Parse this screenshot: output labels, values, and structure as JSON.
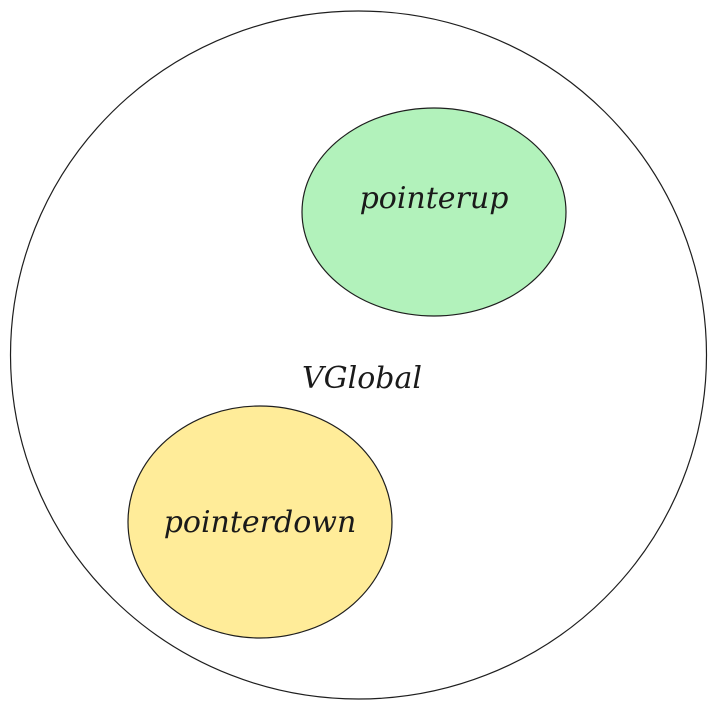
{
  "diagram": {
    "outer": {
      "label": "VGlobal",
      "fill": "#ffffff",
      "stroke": "#1e1e1e"
    },
    "nodes": [
      {
        "id": "pointerup",
        "label": "pointerup",
        "fill": "#b2f2bb",
        "stroke": "#1e1e1e"
      },
      {
        "id": "pointerdown",
        "label": "pointerdown",
        "fill": "#ffec99",
        "stroke": "#1e1e1e"
      }
    ]
  }
}
